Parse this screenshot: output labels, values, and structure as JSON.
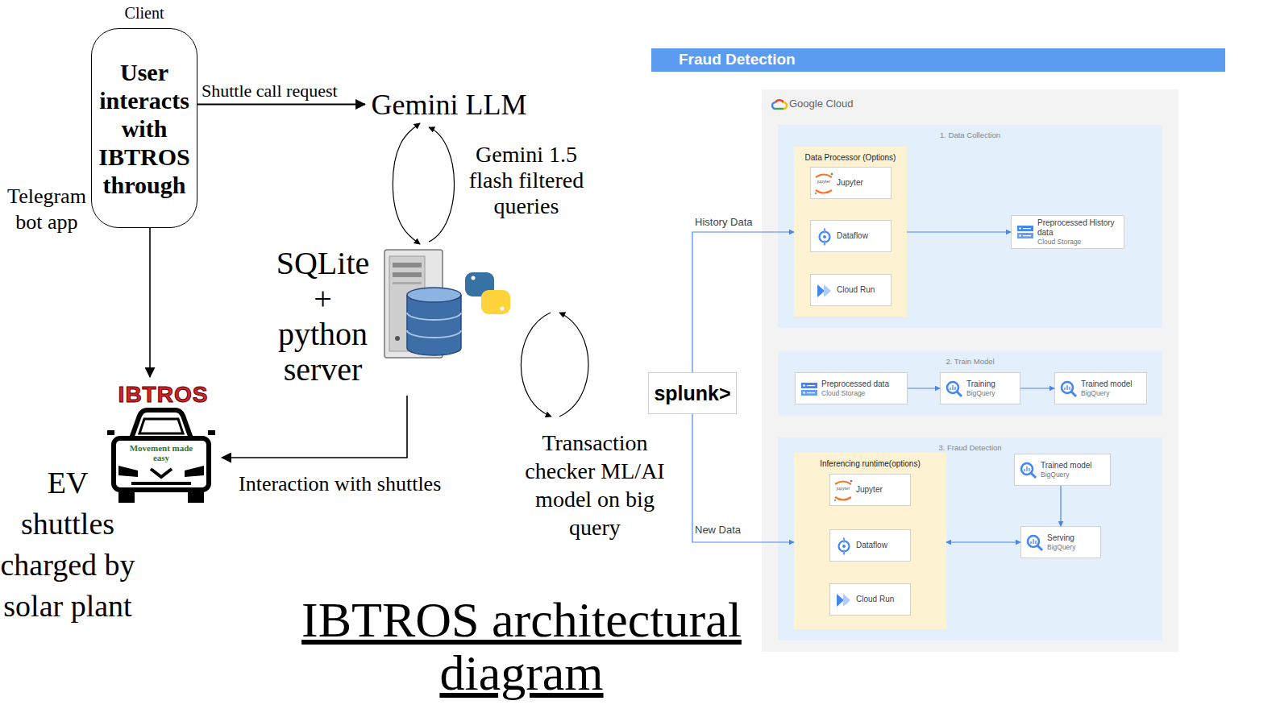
{
  "diagram": {
    "title": "IBTROS architectural diagram",
    "nodes": [
      {
        "text": [
          "Client",
          "User interacts with IBTROS through"
        ]
      },
      {
        "text": [
          "Gemini LLM"
        ]
      },
      {
        "text": [
          "SQLite + python server"
        ]
      },
      {
        "text": [
          "IBTROS",
          "Movement made easy",
          "EV shuttles charged by solar plant"
        ]
      },
      {
        "text": [
          "Fraud Detection"
        ]
      },
      {
        "text": [
          "splunk>"
        ]
      },
      {
        "text": [
          "Google Cloud"
        ]
      },
      {
        "text": [
          "1. Data Collection"
        ],
        "in": 6
      },
      {
        "text": [
          "Data Processor (Options)"
        ],
        "in": 7
      },
      {
        "text": [
          "jupyter",
          "Jupyter"
        ],
        "in": 8
      },
      {
        "text": [
          "Dataflow"
        ],
        "in": 8
      },
      {
        "text": [
          "Cloud Run"
        ],
        "in": 8
      },
      {
        "text": [
          "Preprocessed History data",
          "Cloud Storage"
        ],
        "in": 7
      },
      {
        "text": [
          "2. Train Model"
        ],
        "in": 6
      },
      {
        "text": [
          "Preprocessed data",
          "Cloud Storage"
        ],
        "in": 13
      },
      {
        "text": [
          "Training",
          "BigQuery"
        ],
        "in": 13
      },
      {
        "text": [
          "Trained model",
          "BigQuery"
        ],
        "in": 13
      },
      {
        "text": [
          "3. Fraud Detection"
        ],
        "in": 6
      },
      {
        "text": [
          "Inferencing runtime(options)"
        ],
        "in": 17
      },
      {
        "text": [
          "jupyter",
          "Jupyter"
        ],
        "in": 18
      },
      {
        "text": [
          "Dataflow"
        ],
        "in": 18
      },
      {
        "text": [
          "Cloud Run"
        ],
        "in": 18
      },
      {
        "text": [
          "Trained model",
          "BigQuery"
        ],
        "in": 17
      },
      {
        "text": [
          "Serving",
          "BigQuery"
        ],
        "in": 17
      }
    ],
    "edges": [
      {
        "from": 0,
        "to": 1,
        "arrow": "to",
        "label": "Shuttle call request"
      },
      {
        "from": 0,
        "to": 3,
        "arrow": "to"
      },
      {
        "from": 1,
        "to": 2,
        "arrow": "both",
        "label": "Gemini 1.5 flash filtered queries"
      },
      {
        "from": 2,
        "to": 3,
        "arrow": "to",
        "label": "Interaction with shuttles"
      },
      {
        "from": 5,
        "to": 8,
        "arrow": "to",
        "label": "History Data"
      },
      {
        "from": 8,
        "to": 12,
        "arrow": "to"
      },
      {
        "from": 14,
        "to": 15,
        "arrow": "to"
      },
      {
        "from": 15,
        "to": 16,
        "arrow": "to"
      },
      {
        "from": 5,
        "to": 18,
        "arrow": "to",
        "label": "New Data"
      },
      {
        "from": 22,
        "to": 23,
        "arrow": "to"
      },
      {
        "from": 18,
        "to": 23,
        "arrow": "both"
      }
    ],
    "labels": [
      "Telegram bot app",
      "Transaction checker ML/AI model on big query"
    ]
  }
}
